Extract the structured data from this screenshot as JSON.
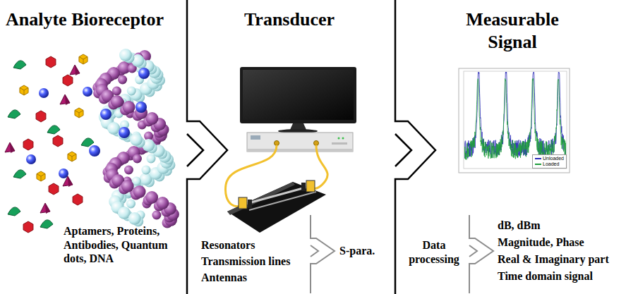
{
  "diagram": {
    "labels": [
      "Analyte Bioreceptor",
      "Transducer",
      "Measurable Signal",
      "Aptamers, Proteins, Antibodies, Quantum dots, DNA",
      "Resonators",
      "Transmission lines",
      "Antennas",
      "S-para.",
      "Data processing",
      "dB, dBm",
      "Magnitude, Phase",
      "Real & Imaginary part",
      "Time domain signal"
    ],
    "legend": [
      {
        "text": "Unloaded",
        "color": "#2b2bb8"
      },
      {
        "text": "Loaded",
        "color": "#1f9e3c"
      }
    ]
  }
}
